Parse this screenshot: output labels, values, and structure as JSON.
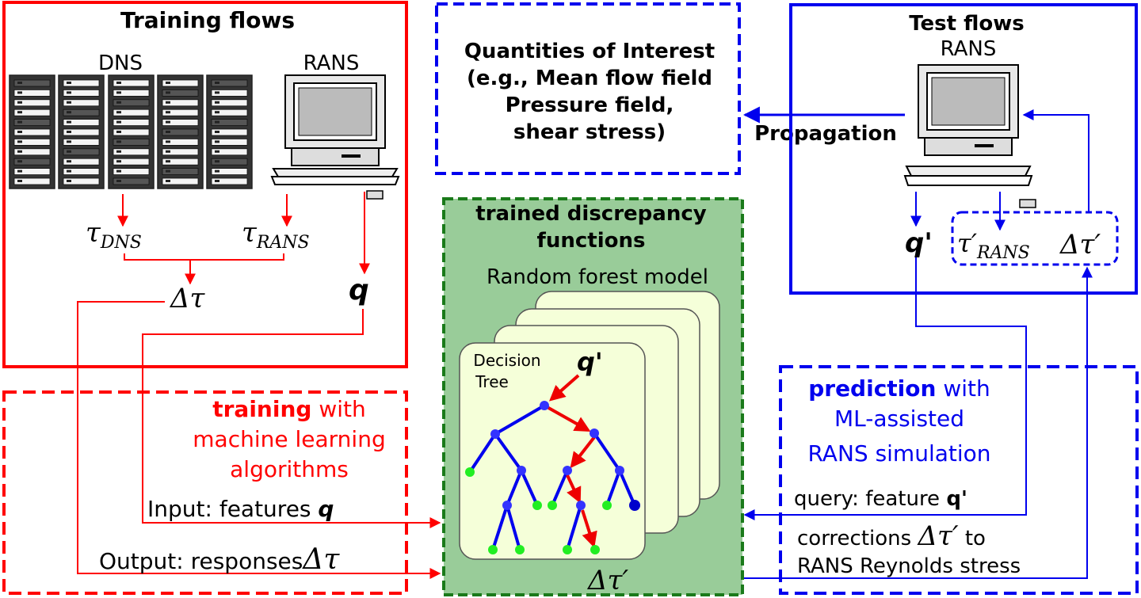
{
  "training_flows": {
    "title": "Training flows",
    "dns_label": "DNS",
    "rans_label": "RANS",
    "tau_dns": "τ",
    "tau_dns_sub": "DNS",
    "tau_rans": "τ",
    "tau_rans_sub": "RANS",
    "delta_tau": "Δτ",
    "q": "q"
  },
  "qoi": {
    "line1": "Quantities of Interest",
    "line2": "(e.g., Mean flow field",
    "line3": "Pressure field,",
    "line4": "shear stress)"
  },
  "propagation_label": "Propagation",
  "test_flows": {
    "title": "Test flows",
    "rans_label": "RANS",
    "q_prime": "q'",
    "tau_rans_prime": "τ′",
    "tau_rans_prime_sub": "RANS",
    "delta_tau_prime": "Δτ′"
  },
  "discrepancy": {
    "title_line1": "trained discrepancy",
    "title_line2": "functions",
    "forest_label": "Random forest model",
    "tree_label_line1": "Decision",
    "tree_label_line2": "Tree",
    "q_prime": "q'",
    "delta_tau_prime": "Δτ′"
  },
  "training": {
    "line1_bold": "training",
    "line1_rest": " with",
    "line2": "machine learning",
    "line3": "algorithms",
    "input_text": "Input: features ",
    "input_q": "q",
    "output_text": "Output: responses",
    "output_delta": "Δτ"
  },
  "prediction": {
    "line1_bold": "prediction",
    "line1_rest": " with",
    "line2": "ML-assisted",
    "line3": "RANS simulation",
    "query_text": "query: feature ",
    "query_q": "q'",
    "corrections_text": "corrections ",
    "corrections_delta": "Δτ′",
    "corrections_to": " to",
    "corrections_line2": "RANS Reynolds stress"
  },
  "colors": {
    "red": "#ff0000",
    "blue": "#0000ee",
    "green_border": "#1a7a1a",
    "green_fill": "#99cc99",
    "tree_fill": "#f5ffd9",
    "node_blue": "#3333ff",
    "node_green": "#22ee22"
  }
}
